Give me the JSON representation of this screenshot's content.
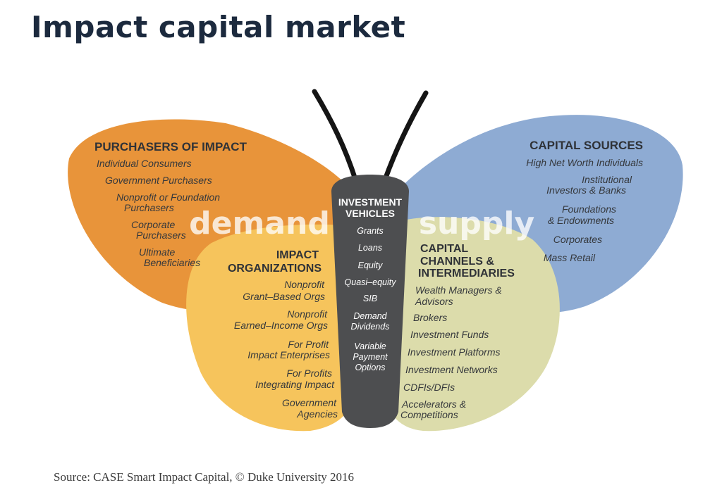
{
  "title": "Impact capital market",
  "source": "Source: CASE Smart Impact Capital, © Duke University 2016",
  "colors": {
    "purchasers_wing": "#e8943a",
    "organizations_wing": "#f6c45c",
    "capital_sources_wing": "#8eabd3",
    "channels_wing": "#dcdcab",
    "body": "#4d4e50",
    "antenna": "#151515"
  },
  "labels": {
    "demand": "demand",
    "supply": "supply"
  },
  "purchasers": {
    "heading": "PURCHASERS OF IMPACT",
    "items": [
      "Individual Consumers",
      "Government Purchasers",
      "Nonprofit or Foundation",
      "Purchasers",
      "Corporate",
      "Purchasers",
      "Ultimate",
      "Beneficiaries"
    ]
  },
  "capital_sources": {
    "heading": "CAPITAL SOURCES",
    "items": [
      "High Net Worth Individuals",
      "Institutional",
      "Investors & Banks",
      "Foundations",
      "& Endowments",
      "Corporates",
      "Mass Retail"
    ]
  },
  "organizations": {
    "heading_line1": "IMPACT",
    "heading_line2": "ORGANIZATIONS",
    "items": [
      "Nonprofit",
      "Grant–Based Orgs",
      "Nonprofit",
      "Earned–Income Orgs",
      "For Profit",
      "Impact Enterprises",
      "For Profits",
      "Integrating Impact",
      "Government",
      "Agencies"
    ]
  },
  "channels": {
    "heading_line1": "CAPITAL",
    "heading_line2": "CHANNELS &",
    "heading_line3": "INTERMEDIARIES",
    "items": [
      "Wealth Managers &",
      "Advisors",
      "Brokers",
      "Investment Funds",
      "Investment Platforms",
      "Investment Networks",
      "CDFIs/DFIs",
      "Accelerators &",
      "Competitions"
    ]
  },
  "vehicles": {
    "heading_line1": "INVESTMENT",
    "heading_line2": "VEHICLES",
    "items": [
      "Grants",
      "Loans",
      "Equity",
      "Quasi–equity",
      "SIB",
      "Demand",
      "Dividends",
      "Variable",
      "Payment",
      "Options"
    ]
  }
}
